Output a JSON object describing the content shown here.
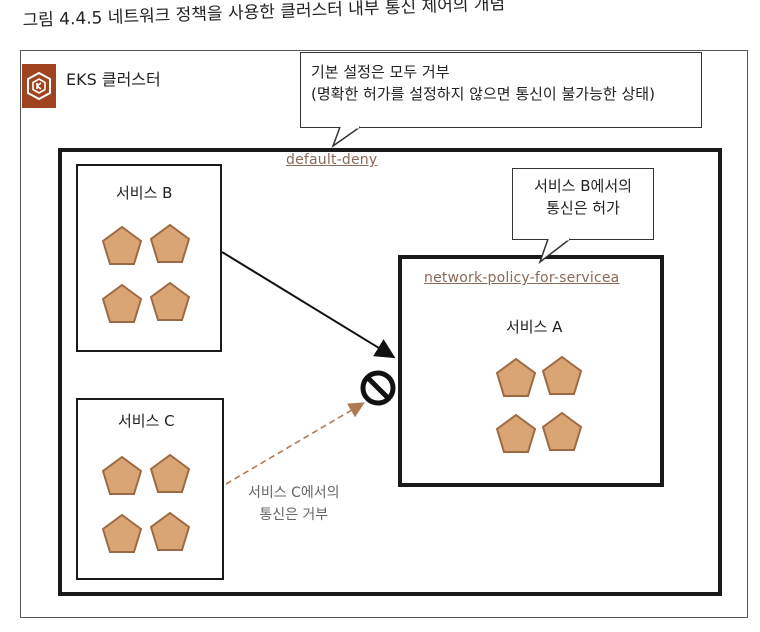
{
  "caption": "그림 4.4.5 네트워크 정책을 사용한 클러스터 내부 통신 제어의 개념",
  "cluster_title": "EKS 클러스터",
  "default_callout": {
    "line1": "기본 설정은 모두 거부",
    "line2": "(명확한 허가를 설정하지 않으면 통신이 불가능한 상태)"
  },
  "default_policy": "default-deny",
  "allow_callout": {
    "line1": "서비스 B에서의",
    "line2": "통신은 허가"
  },
  "allow_policy": "network-policy-for-servicea",
  "services": {
    "b": "서비스 B",
    "c": "서비스 C",
    "a": "서비스 A"
  },
  "deny_note": {
    "line1": "서비스 C에서의",
    "line2": "통신은 거부"
  },
  "icons": {
    "logo": "eks-logo-icon",
    "pod": "pentagon-pod-icon",
    "deny": "prohibited-icon"
  },
  "colors": {
    "logo_bg": "#a0431f",
    "pod_fill": "#d9a574",
    "pod_stroke": "#9c6b43",
    "policy_text": "#8a6a5a"
  }
}
